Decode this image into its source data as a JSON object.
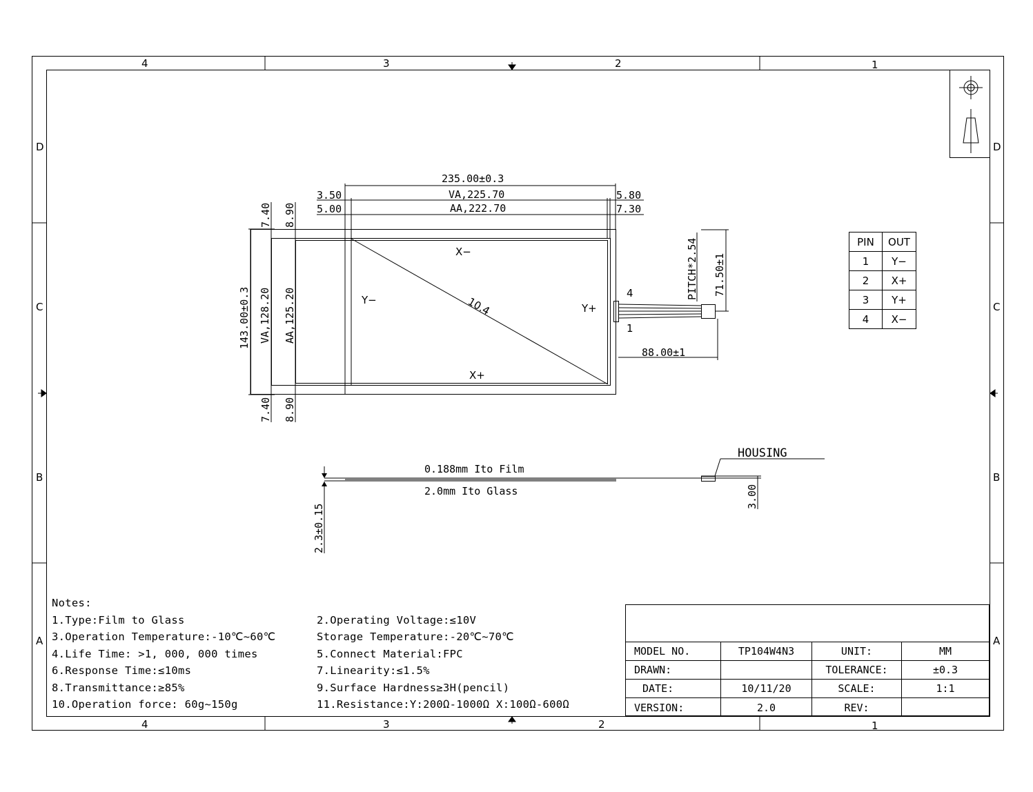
{
  "border": {
    "top_zones": [
      "4",
      "3",
      "2",
      "1"
    ],
    "bottom_zones": [
      "4",
      "3",
      "2",
      "1"
    ],
    "left_rows": [
      "D",
      "C",
      "B",
      "A"
    ],
    "right_rows": [
      "D",
      "C",
      "B",
      "A"
    ]
  },
  "drawing": {
    "width_dim": "235.00±0.3",
    "va_width": "VA,225.70",
    "aa_width": "AA,222.70",
    "left_top_3_50": "3.50",
    "left_top_5_00": "5.00",
    "right_5_80": "5.80",
    "right_7_30": "7.30",
    "top_7_40": "7.40",
    "top_8_90": "8.90",
    "bottom_7_40": "7.40",
    "bottom_8_90": "8.90",
    "height_dim": "143.00±0.3",
    "va_height": "VA,128.20",
    "aa_height": "AA,125.20",
    "x_minus": "X−",
    "x_plus": "X+",
    "y_minus": "Y−",
    "y_plus": "Y+",
    "diagonal": "10.4",
    "pitch": "PITCH*2.54",
    "tail_height": "71.50±1",
    "tail_length": "88.00±1",
    "pin_4": "4",
    "pin_1": "1"
  },
  "side_view": {
    "housing": "HOUSING",
    "film": "0.188mm Ito Film",
    "glass": "2.0mm Ito Glass",
    "thickness": "2.3±0.15",
    "housing_dim": "3.00"
  },
  "pin_table": {
    "headers": [
      "PIN",
      "OUT"
    ],
    "rows": [
      {
        "pin": "1",
        "out": "Y−"
      },
      {
        "pin": "2",
        "out": "X+"
      },
      {
        "pin": "3",
        "out": "Y+"
      },
      {
        "pin": "4",
        "out": "X−"
      }
    ]
  },
  "notes": {
    "title": "Notes:",
    "rows": [
      [
        "1.Type:Film to Glass",
        "2.Operating Voltage:≤10V"
      ],
      [
        "3.Operation Temperature:-10℃~60℃",
        "Storage Temperature:-20℃~70℃"
      ],
      [
        "4.Life Time: >1, 000, 000 times",
        "5.Connect Material:FPC"
      ],
      [
        "6.Response Time:≤10ms",
        "7.Linearity:≤1.5%"
      ],
      [
        "8.Transmittance:≥85%",
        "9.Surface Hardness≥3H(pencil)"
      ],
      [
        "10.Operation force: 60g~150g",
        "11.Resistance:Y:200Ω-1000Ω  X:100Ω-600Ω"
      ]
    ]
  },
  "title_block": {
    "model_label": "MODEL NO.",
    "model_value": "TP104W4N3",
    "unit_label": "UNIT:",
    "unit_value": "MM",
    "drawn_label": "DRAWN:",
    "drawn_value": "",
    "tolerance_label": "TOLERANCE:",
    "tolerance_value": "±0.3",
    "date_label": "DATE:",
    "date_value": "10/11/20",
    "scale_label": "SCALE:",
    "scale_value": "1:1",
    "version_label": "VERSION:",
    "version_value": "2.0",
    "rev_label": "REV:",
    "rev_value": ""
  }
}
